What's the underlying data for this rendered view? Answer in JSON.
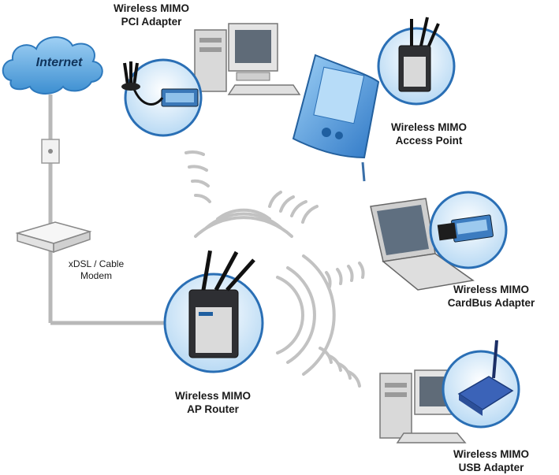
{
  "internet": {
    "label": "Internet"
  },
  "modem": {
    "line1": "xDSL / Cable",
    "line2": "Modem"
  },
  "nodes": {
    "pci": {
      "line1": "Wireless MIMO",
      "line2": "PCI Adapter"
    },
    "ap": {
      "line1": "Wireless MIMO",
      "line2": "Access Point"
    },
    "cardbus": {
      "line1": "Wireless MIMO",
      "line2": "CardBus Adapter"
    },
    "usb": {
      "line1": "Wireless MIMO",
      "line2": "USB Adapter"
    },
    "router": {
      "line1": "Wireless MIMO",
      "line2": "AP Router"
    }
  },
  "colors": {
    "cloud": "#5aa8e0",
    "circle_fill": "#d8ecfa",
    "circle_stroke": "#2a6fb5",
    "wire": "#b5b5b5",
    "waves": "#c8c8c8"
  }
}
